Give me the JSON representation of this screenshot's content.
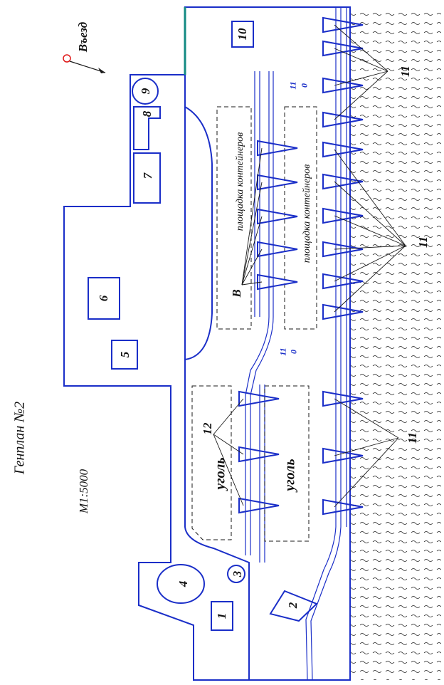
{
  "title": "Генплан №2",
  "scale": "М1:5000",
  "entrance": "Въезд",
  "zones": {
    "container_1": "площадка контейнеров",
    "container_2": "площадка контейнеров",
    "coal_1": "уголь",
    "coal_2": "уголь"
  },
  "labels": {
    "b": "В",
    "n12": "12",
    "n11a": "11",
    "n11b": "11",
    "n11c": "11",
    "mark_a_top": "11",
    "mark_a_bottom": "0",
    "mark_b_top": "11",
    "mark_b_bottom": "0"
  },
  "buildings": [
    {
      "id": "1",
      "label": "1"
    },
    {
      "id": "2",
      "label": "2"
    },
    {
      "id": "3",
      "label": "3"
    },
    {
      "id": "4",
      "label": "4"
    },
    {
      "id": "5",
      "label": "5"
    },
    {
      "id": "6",
      "label": "6"
    },
    {
      "id": "7",
      "label": "7"
    },
    {
      "id": "8",
      "label": "8"
    },
    {
      "id": "9",
      "label": "9"
    },
    {
      "id": "10",
      "label": "10"
    }
  ],
  "colors": {
    "outline": "#1a2ec8",
    "water": "#1a1a1a",
    "quay_top": "#138a82",
    "entrance_marker": "#e01818"
  }
}
